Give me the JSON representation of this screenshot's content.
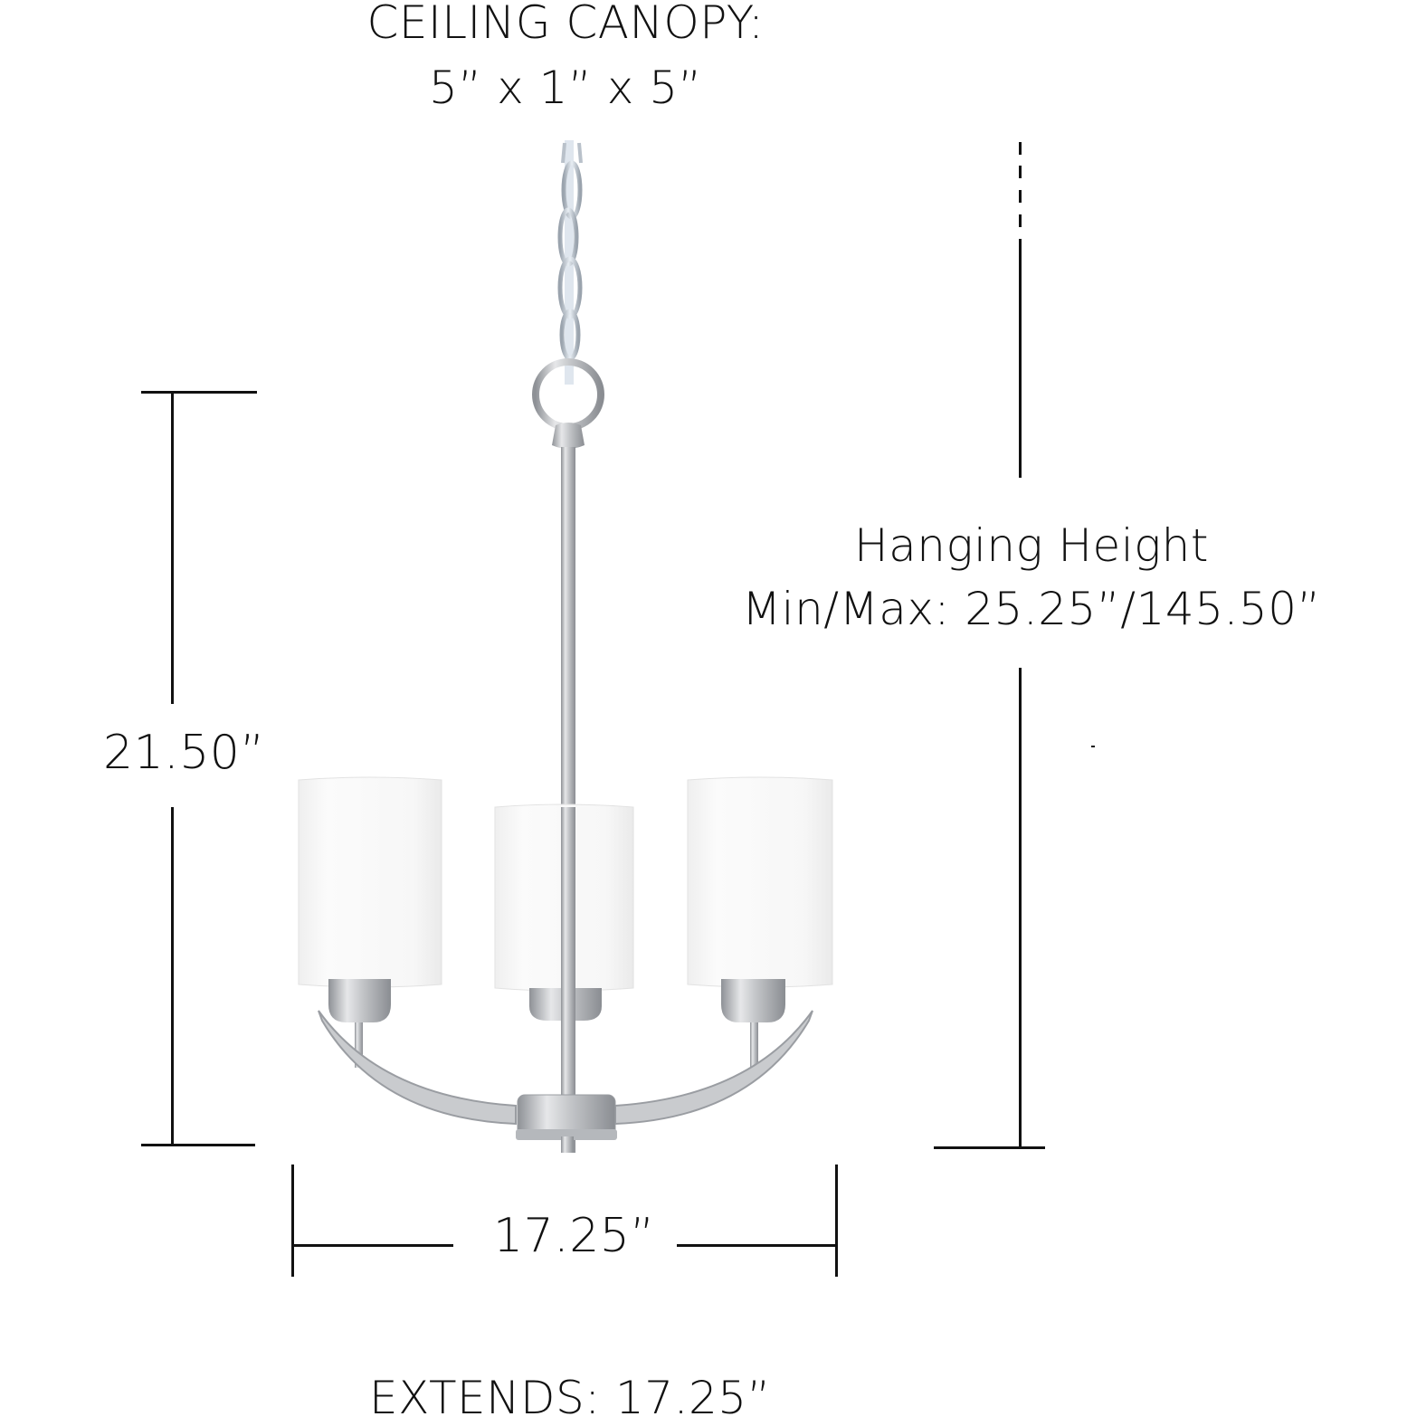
{
  "diagram": {
    "type": "product-dimension-diagram",
    "subject": "three-light pendant chandelier with white cylindrical glass shades",
    "colors": {
      "background": "#ffffff",
      "lines_text": "#111111",
      "metal_finish": "#c4c6c9",
      "metal_shadow": "#8e9196",
      "glass": "#f6f6f6"
    }
  },
  "labels": {
    "canopy": {
      "title": "CEILING CANOPY:",
      "value": "5” x 1” x 5”"
    },
    "hanging_height": {
      "title": "Hanging Height",
      "value": "Min/Max: 25.25”/145.50”"
    },
    "height": {
      "value": "21.50”"
    },
    "width": {
      "value": "17.25”"
    },
    "extends": {
      "text": "EXTENDS: 17.25”"
    }
  },
  "dimensions": {
    "canopy_in": [
      5,
      1,
      5
    ],
    "fixture_height_in": 21.5,
    "fixture_width_in": 17.25,
    "extends_in": 17.25,
    "hanging_height_min_in": 25.25,
    "hanging_height_max_in": 145.5,
    "light_count": 3
  }
}
